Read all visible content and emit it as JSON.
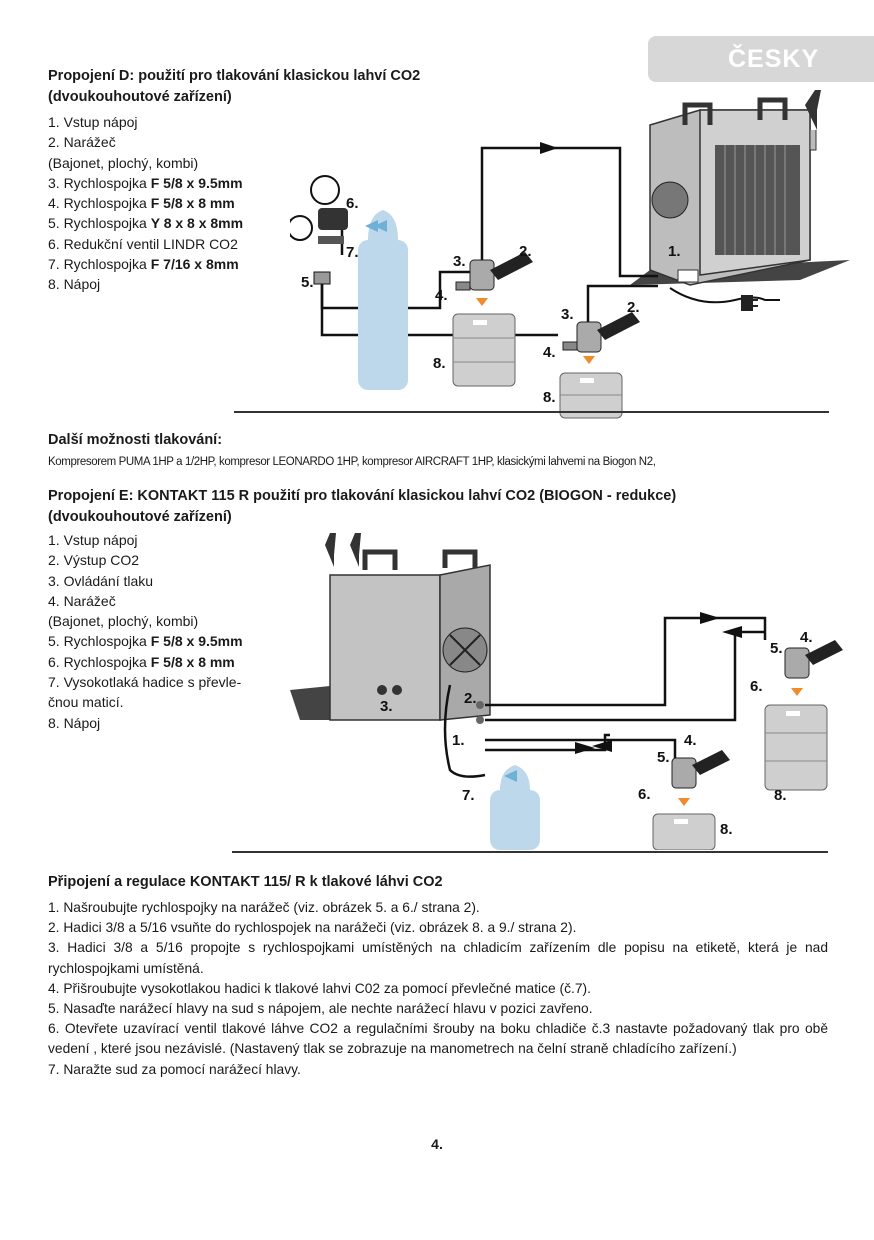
{
  "lang_tab": "ČESKY",
  "section_d": {
    "title_line1": "Propojení D: použití pro tlakování klasickou lahví CO2",
    "title_line2": "(dvoukouhoutové zařízení)",
    "items": [
      {
        "text": "1. Vstup nápoj",
        "bold": ""
      },
      {
        "text": "2. Narážeč",
        "bold": ""
      },
      {
        "text": "(Bajonet, plochý, kombi)",
        "bold": ""
      },
      {
        "text": "3. Rychlospojka ",
        "bold": "F 5/8 x 9.5mm"
      },
      {
        "text": "4. Rychlospojka ",
        "bold": "F 5/8 x 8 mm"
      },
      {
        "text": "5. Rychlospojka ",
        "bold": "Y 8 x 8 x 8mm"
      },
      {
        "text": "6. Redukční ventil LINDR  CO2",
        "bold": ""
      },
      {
        "text": "7. Rychlospojka ",
        "bold": "F 7/16 x 8mm"
      },
      {
        "text": "8. Nápoj",
        "bold": ""
      }
    ],
    "diagram_labels": {
      "l1": "1.",
      "l2a": "2.",
      "l2b": "2.",
      "l3a": "3.",
      "l3b": "3.",
      "l4a": "4.",
      "l4b": "4.",
      "l5": "5.",
      "l6": "6.",
      "l7": "7.",
      "l8a": "8.",
      "l8b": "8."
    }
  },
  "other_options": {
    "title": "Další  možnosti  tlakování:",
    "text": "Kompresorem PUMA 1HP a 1/2HP,  kompresor LEONARDO 1HP, kompresor  AIRCRAFT  1HP, klasickými lahvemi na Biogon N2,"
  },
  "section_e": {
    "title_line1": "Propojení E: KONTAKT 115 R použití pro tlakování klasickou lahví CO2 (BIOGON - redukce)",
    "title_line2": "(dvoukouhoutové zařízení)",
    "items": [
      {
        "text": "1. Vstup nápoj",
        "bold": ""
      },
      {
        "text": "2. Výstup CO2",
        "bold": ""
      },
      {
        "text": "3. Ovládání tlaku",
        "bold": ""
      },
      {
        "text": "4. Narážeč",
        "bold": ""
      },
      {
        "text": "(Bajonet, plochý, kombi)",
        "bold": ""
      },
      {
        "text": "5. Rychlospojka ",
        "bold": "F 5/8 x 9.5mm"
      },
      {
        "text": "6. Rychlospojka ",
        "bold": "F 5/8 x 8 mm"
      },
      {
        "text": "7. Vysokotlaká hadice s převle-",
        "bold": ""
      },
      {
        "text": "čnou maticí.",
        "bold": ""
      },
      {
        "text": "8. Nápoj",
        "bold": ""
      }
    ],
    "diagram_labels": {
      "l1": "1.",
      "l2": "2.",
      "l3": "3.",
      "l4a": "4.",
      "l4b": "4.",
      "l5a": "5.",
      "l5b": "5.",
      "l6a": "6.",
      "l6b": "6.",
      "l7": "7.",
      "l8a": "8.",
      "l8b": "8."
    }
  },
  "section_connect": {
    "title": "Připojení a regulace KONTAKT 115/ R  k tlakové láhvi CO2",
    "steps": [
      "1. Našroubujte rychlospojky na narážeč (viz. obrázek 5. a 6./ strana 2).",
      "2. Hadici 3/8 a 5/16 vsuňte do rychlospojek na narážeči (viz. obrázek 8. a 9./ strana 2).",
      "3. Hadici 3/8 a 5/16  propojte s rychlospojkami umístěných na chladicím zařízením dle popisu na etiketě, která je nad rychlospojkami umístěná.",
      "4. Přišroubujte vysokotlakou hadici k tlakové lahvi C02 za pomocí převlečné matice (č.7).",
      "5. Nasaďte narážecí hlavy na sud s nápojem, ale nechte narážecí hlavu v pozici zavřeno.",
      "6.  Otevřete uzavírací ventil tlakové láhve CO2 a regulačními šrouby na boku chladiče č.3 nastavte požadovaný tlak pro obě vedení , které jsou nezávislé. (Nastavený tlak se zobrazuje na manometrech na čelní straně chladícího zařízení.)",
      "7. Naražte sud za pomocí narážecí hlavy."
    ]
  },
  "page_number": "4.",
  "colors": {
    "co2_bottle": "#bcd8ea",
    "accent_arrow": "#f08a2a",
    "tab_bg": "#d7d7d7",
    "keg": "#cfcfcf",
    "cooler": "#b9b9b9"
  }
}
